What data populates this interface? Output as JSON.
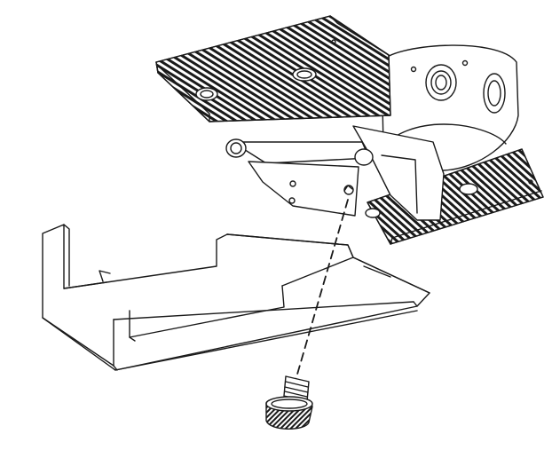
{
  "figure": {
    "background": "#ffffff",
    "line_color": "#1a1a1a",
    "parts": [
      "camera-mount-top-plate",
      "swivel-ring-housing",
      "hinge-bracket",
      "mounting-tray",
      "thumb-screw"
    ],
    "assembly_hint": "dashed-line-screw-path"
  }
}
